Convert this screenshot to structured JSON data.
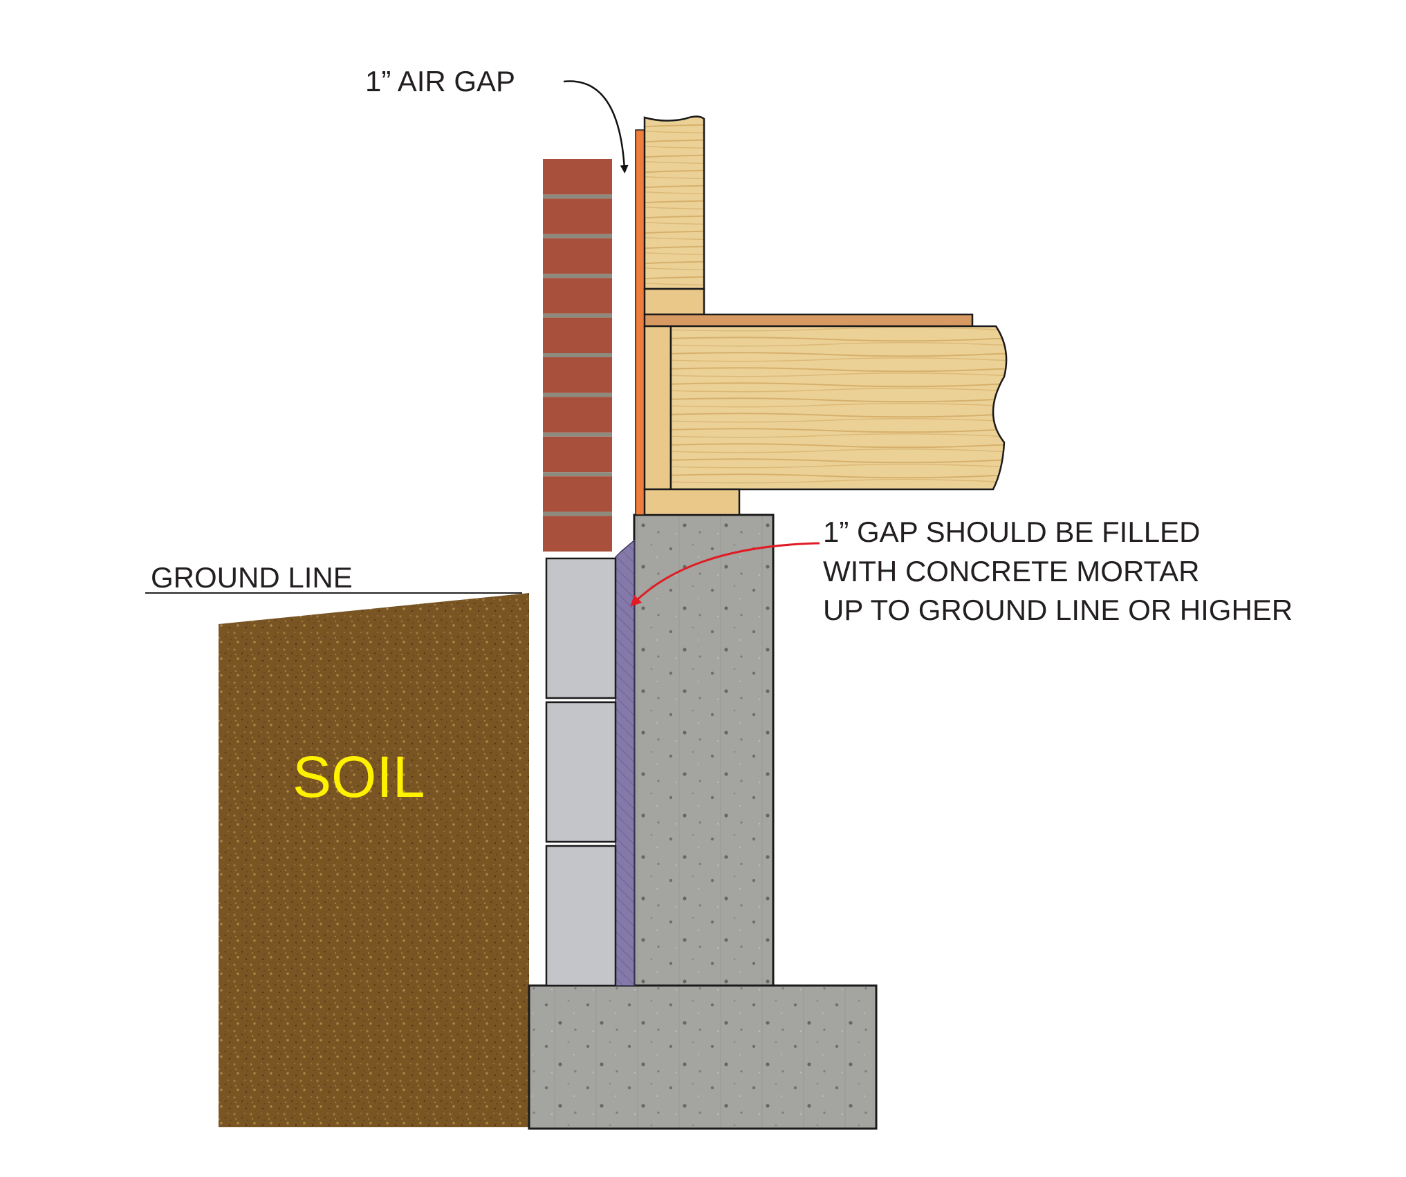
{
  "labels": {
    "air_gap": "1” AIR GAP",
    "ground_line": "GROUND LINE",
    "soil": "SOIL",
    "gap_note": [
      "1” GAP SHOULD BE FILLED",
      "WITH CONCRETE MORTAR",
      "UP TO GROUND LINE OR HIGHER"
    ]
  },
  "colors": {
    "brick": "#a9503d",
    "mortar_joint": "#8d8a7e",
    "sheathing": "#ef7d3c",
    "lumber": "#e9c88a",
    "rim_board": "#d79a63",
    "cmu_block": "#c3c5c9",
    "mortar_fill": "#8479a8",
    "concrete": "#a3a39f",
    "soil": "#7a5524",
    "soil_label": "#fff200",
    "leader_air_gap": "#111111",
    "leader_gap_note": "#e01b24"
  }
}
